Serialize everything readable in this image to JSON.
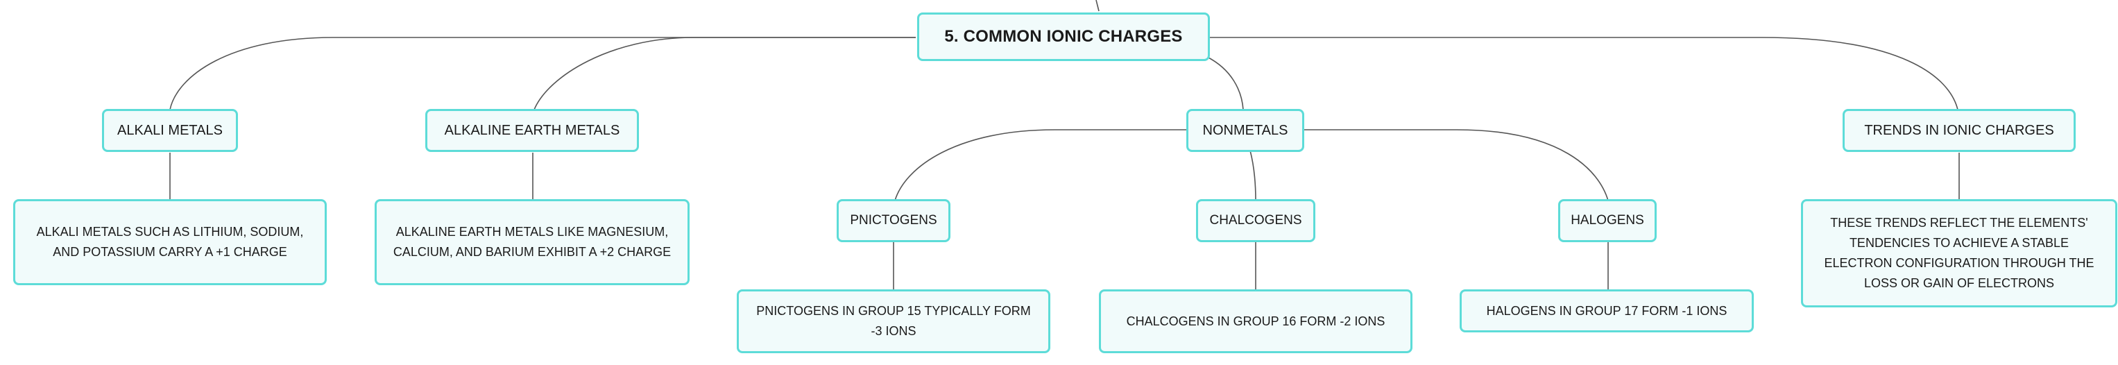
{
  "diagram": {
    "root": {
      "label": "5. COMMON IONIC CHARGES"
    },
    "branches": [
      {
        "label": "ALKALI METALS",
        "detail": "ALKALI METALS SUCH AS LITHIUM, SODIUM, AND POTASSIUM CARRY A +1 CHARGE"
      },
      {
        "label": "ALKALINE EARTH METALS",
        "detail": "ALKALINE EARTH METALS LIKE MAGNESIUM, CALCIUM, AND BARIUM EXHIBIT A +2 CHARGE"
      },
      {
        "label": "NONMETALS",
        "children": [
          {
            "label": "PNICTOGENS",
            "detail": "PNICTOGENS IN GROUP 15 TYPICALLY FORM -3 IONS"
          },
          {
            "label": "CHALCOGENS",
            "detail": "CHALCOGENS IN GROUP 16 FORM -2 IONS"
          },
          {
            "label": "HALOGENS",
            "detail": "HALOGENS IN GROUP 17 FORM -1 IONS"
          }
        ]
      },
      {
        "label": "TRENDS IN IONIC CHARGES",
        "detail": "THESE TRENDS REFLECT THE ELEMENTS' TENDENCIES TO ACHIEVE A STABLE ELECTRON CONFIGURATION THROUGH THE LOSS OR GAIN OF ELECTRONS"
      }
    ]
  },
  "colors": {
    "node_border": "#5ddcd8",
    "node_fill": "#f1fbfb",
    "connector": "#555555",
    "text": "#1a1a1a"
  }
}
